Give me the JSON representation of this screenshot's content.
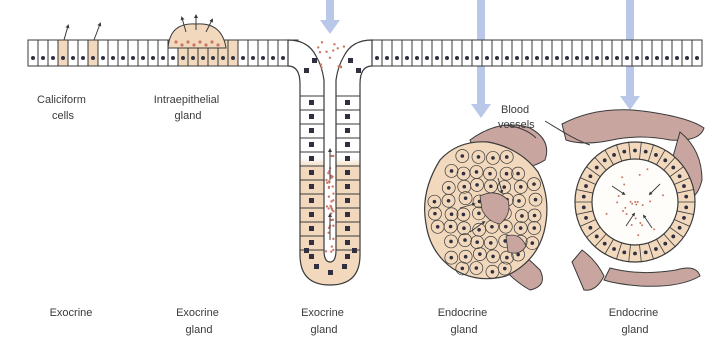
{
  "labels": {
    "caliciform": [
      "Caliciform",
      "cells"
    ],
    "intraepithelial": [
      "Intraepithelial",
      "gland"
    ],
    "blood_vessels": [
      "Blood",
      "vessels"
    ],
    "bottom": [
      [
        "Exocrine"
      ],
      [
        "Exocrine",
        "gland"
      ],
      [
        "Exocrine",
        "gland"
      ],
      [
        "Endocrine",
        "gland"
      ],
      [
        "Endocrine",
        "gland"
      ]
    ]
  },
  "colors": {
    "cell_fill": "#ffffff",
    "cell_stroke": "#3a3a3a",
    "tan": "#f2d9bd",
    "vessel": "#c9a59f",
    "arrow": "#b9c7e8",
    "nucleus": "#303040",
    "dot": "#cc7766"
  }
}
